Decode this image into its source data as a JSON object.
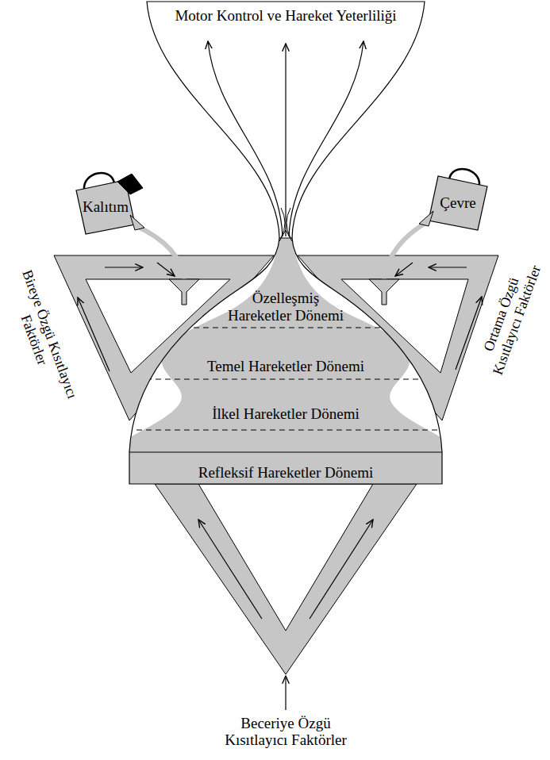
{
  "diagram": {
    "nodes": [
      {
        "text": [
          "Motor Kontrol ve Hareket Yeterliliği"
        ]
      },
      {
        "text": [
          "Kalıtım"
        ]
      },
      {
        "text": [
          "Çevre"
        ]
      },
      {
        "text": [
          "Özelleşmiş Hareketler Dönemi"
        ]
      },
      {
        "text": [
          "Temel Hareketler Dönemi"
        ]
      },
      {
        "text": [
          "İlkel Hareketler Dönemi"
        ]
      },
      {
        "text": [
          "Refleksif Hareketler Dönemi"
        ]
      }
    ],
    "labels": [
      "Bireye Özgü Kısıtlayıcı Faktörler",
      "Ortama Özgü Kısıtlayıcı Faktörler",
      "Beceriye Özgü Kısıtlayıcı Faktörler"
    ]
  }
}
